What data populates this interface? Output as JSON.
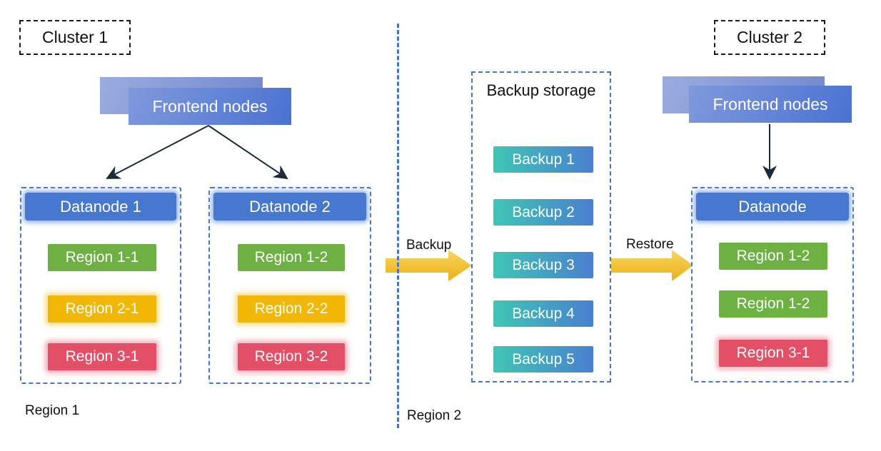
{
  "diagram": {
    "cluster1": {
      "label": "Cluster 1",
      "frontend_label": "Frontend nodes",
      "datanode1": {
        "title": "Datanode 1",
        "regions": [
          {
            "label": "Region 1-1",
            "color": "green"
          },
          {
            "label": "Region 2-1",
            "color": "yellow"
          },
          {
            "label": "Region 3-1",
            "color": "red"
          }
        ]
      },
      "datanode2": {
        "title": "Datanode 2",
        "regions": [
          {
            "label": "Region 1-2",
            "color": "green"
          },
          {
            "label": "Region 2-2",
            "color": "yellow"
          },
          {
            "label": "Region 3-2",
            "color": "red"
          }
        ]
      },
      "footer_label": "Region 1"
    },
    "middle": {
      "backup_storage_title": "Backup storage",
      "backups": [
        "Backup 1",
        "Backup 2",
        "Backup 3",
        "Backup 4",
        "Backup 5"
      ],
      "backup_arrow_label": "Backup",
      "footer_label": "Region 2"
    },
    "cluster2": {
      "label": "Cluster 2",
      "frontend_label": "Frontend nodes",
      "restore_arrow_label": "Restore",
      "datanode": {
        "title": "Datanode",
        "regions": [
          {
            "label": "Region 1-2",
            "color": "green"
          },
          {
            "label": "Region 1-2",
            "color": "green"
          },
          {
            "label": "Region 3-1",
            "color": "red"
          }
        ]
      }
    },
    "colors": {
      "dashed_border_blue": "#4577c6",
      "datanode_header_blue": "#4678cf",
      "frontend_gradient_light": "#8099dc",
      "frontend_gradient_dark": "#4a72d2",
      "region_green": "#6cb142",
      "region_yellow": "#f2b705",
      "region_red": "#e44f68",
      "backup_gradient_teal": "#3fc6b4",
      "backup_gradient_blue": "#4a7fd0",
      "arrow_gold_light": "#f9d65f",
      "arrow_gold_dark": "#ecb017"
    }
  }
}
